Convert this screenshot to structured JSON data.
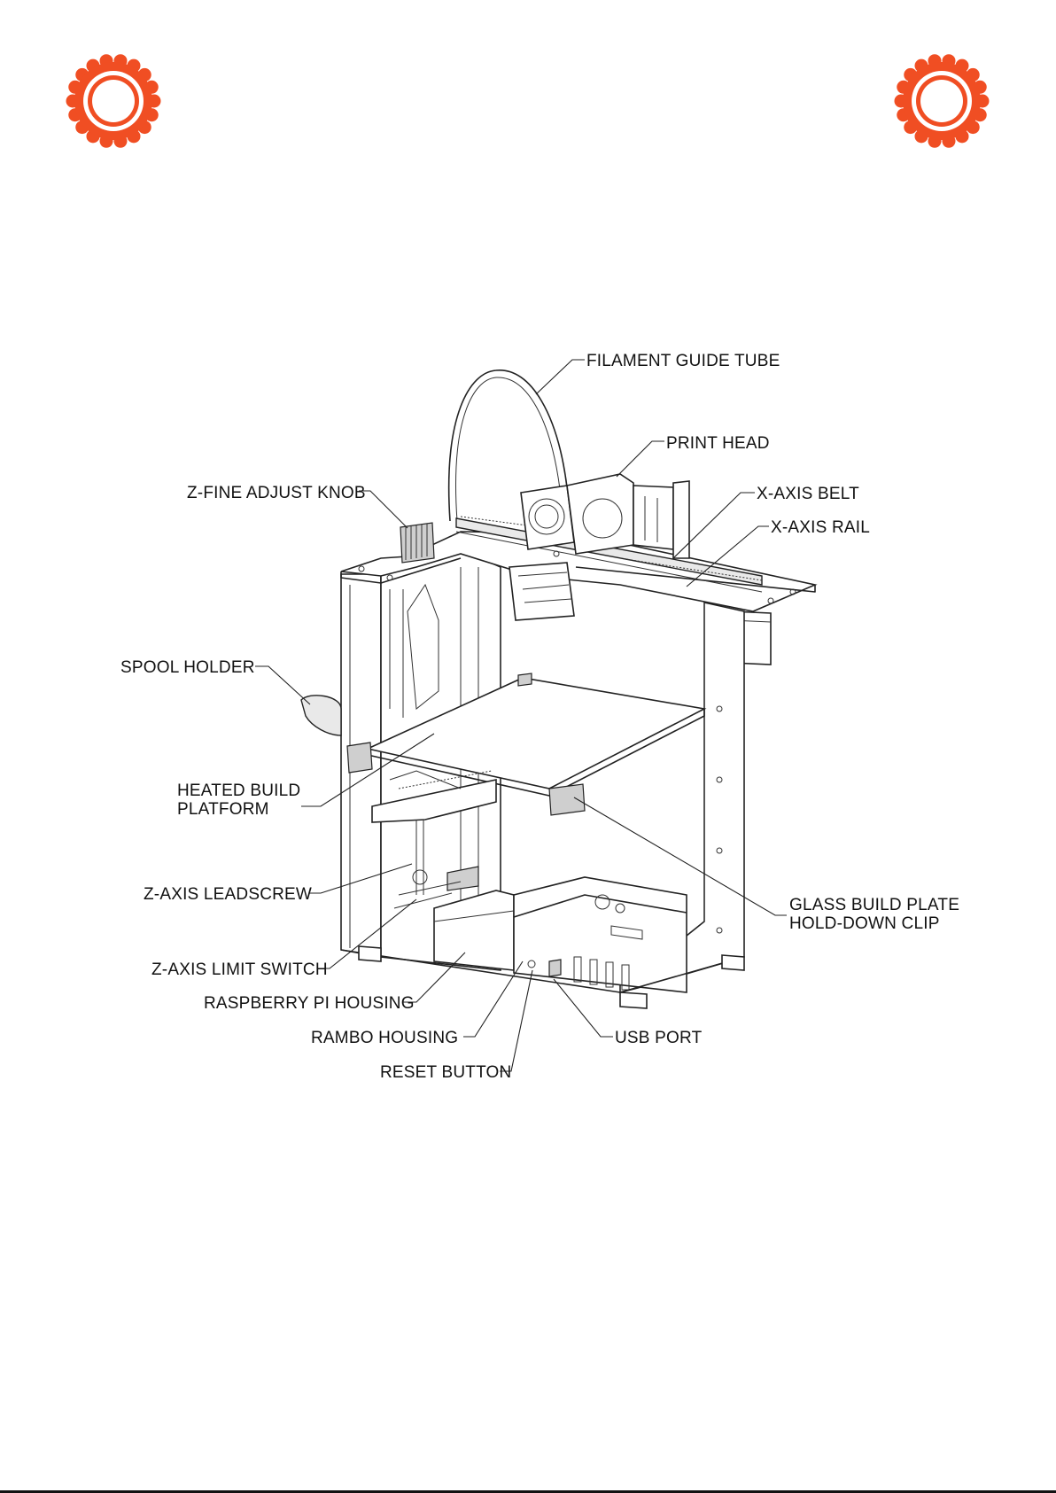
{
  "brand": {
    "accent_color": "#f04e23",
    "icon": "gear-logo-icon"
  },
  "labels": {
    "filament_guide_tube": "FILAMENT GUIDE TUBE",
    "print_head": "PRINT HEAD",
    "z_fine_adjust_knob": "Z-FINE ADJUST KNOB",
    "x_axis_belt": "X-AXIS BELT",
    "x_axis_rail": "X-AXIS RAIL",
    "spool_holder": "SPOOL HOLDER",
    "heated_build_platform_line1": "HEATED BUILD",
    "heated_build_platform_line2": "PLATFORM",
    "z_axis_leadscrew": "Z-AXIS LEADSCREW",
    "glass_build_plate_line1": "GLASS BUILD PLATE",
    "glass_build_plate_line2": "HOLD-DOWN CLIP",
    "z_axis_limit_switch": "Z-AXIS LIMIT SWITCH",
    "raspberry_pi_housing": "RASPBERRY PI HOUSING",
    "rambo_housing": "RAMBO HOUSING",
    "usb_port": "USB PORT",
    "reset_button": "RESET BUTTON"
  }
}
